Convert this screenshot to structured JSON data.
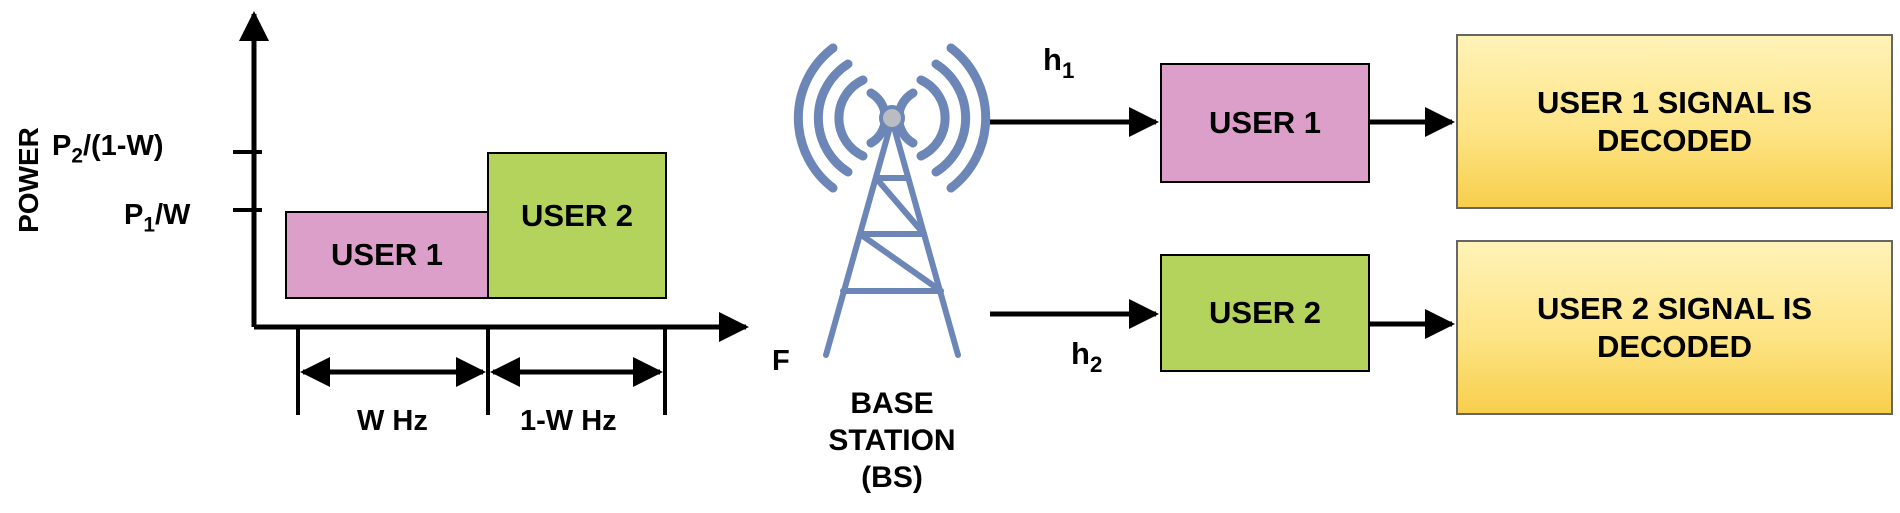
{
  "axes": {
    "y_label": "POWER",
    "x_label": "F",
    "y_tick_top": {
      "main": "P",
      "sub": "2",
      "rest": "/(1-W)"
    },
    "y_tick_low": {
      "main": "P",
      "sub": "1",
      "rest": "/W"
    }
  },
  "spectrum": {
    "user1_block": "USER 1",
    "user2_block": "USER 2",
    "bandwidth1": "W Hz",
    "bandwidth2": "1-W Hz"
  },
  "base_station": {
    "line1": "BASE",
    "line2": "STATION",
    "line3": "(BS)",
    "color": "#6d86b8"
  },
  "channels": {
    "h1": {
      "main": "h",
      "sub": "1"
    },
    "h2": {
      "main": "h",
      "sub": "2"
    }
  },
  "receivers": {
    "user1": "USER 1",
    "user2": "USER 2"
  },
  "results": {
    "user1_line1": "USER 1 SIGNAL IS",
    "user1_line2": "DECODED",
    "user2_line1": "USER 2 SIGNAL IS",
    "user2_line2": "DECODED"
  },
  "colors": {
    "user1": "#dc9fc9",
    "user2": "#b3d35c",
    "result": "#fde486"
  }
}
